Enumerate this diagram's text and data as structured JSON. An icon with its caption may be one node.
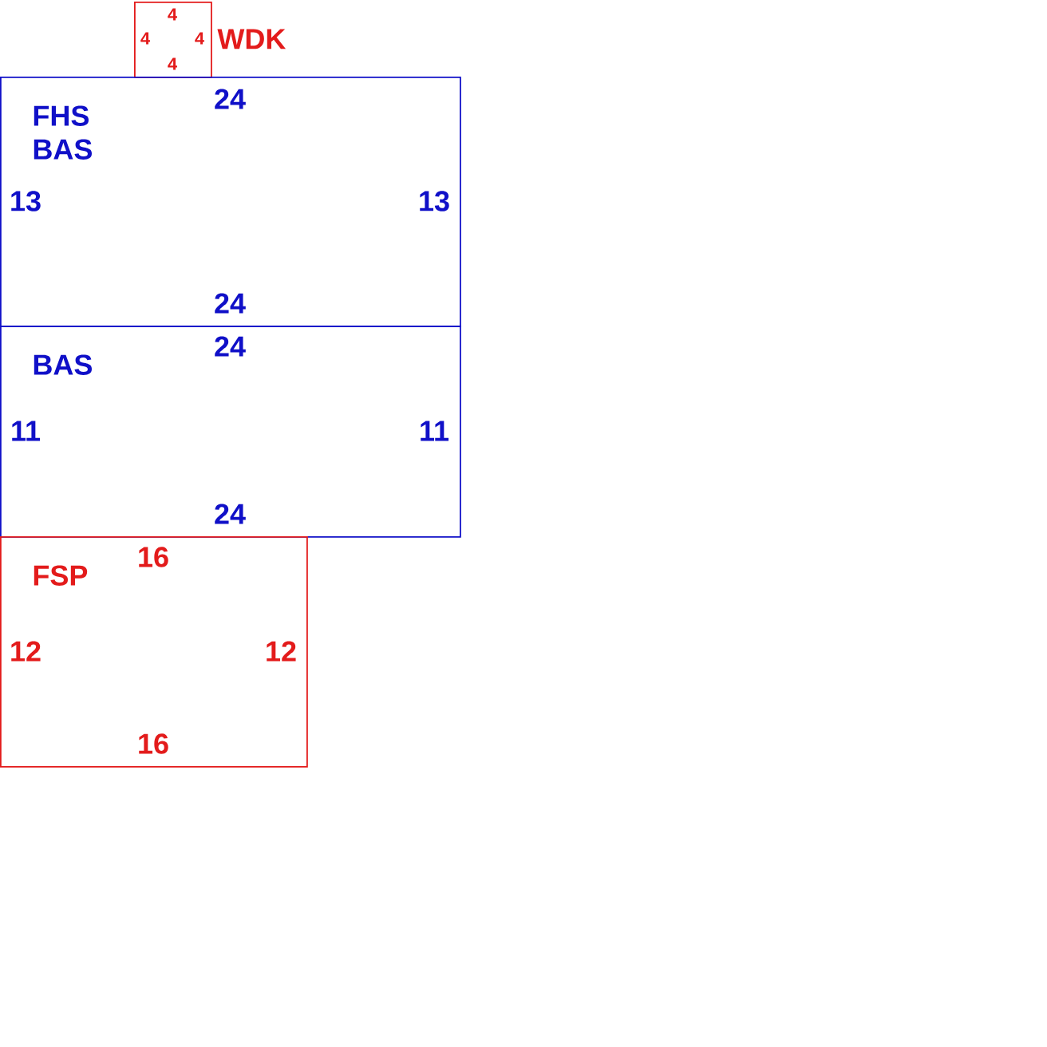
{
  "diagram": {
    "nodes": [
      {
        "text": [
          "WDK",
          "4",
          "4",
          "4",
          "4"
        ]
      },
      {
        "text": [
          "FHS BAS",
          "24",
          "13",
          "13",
          "24"
        ]
      },
      {
        "text": [
          "BAS",
          "24",
          "11",
          "11",
          "24"
        ]
      },
      {
        "text": [
          "FSP",
          "16",
          "12",
          "12",
          "16"
        ]
      }
    ]
  }
}
